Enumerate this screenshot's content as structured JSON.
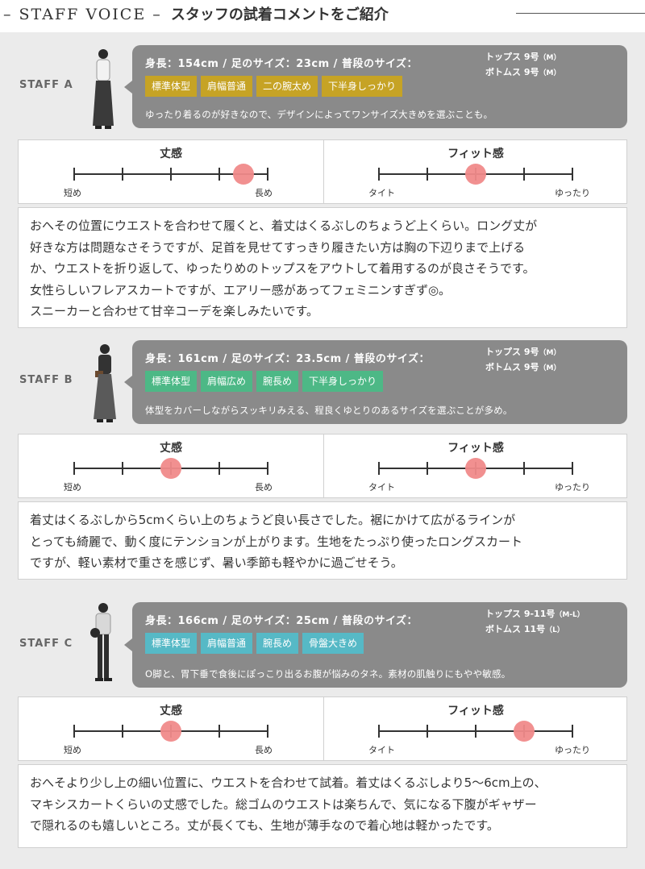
{
  "header": {
    "title_en": "– STAFF VOICE –",
    "title_jp": "スタッフの試着コメントをご紹介"
  },
  "staff": [
    {
      "label": "STAFF A",
      "info": "身長：154cm / 足のサイズ：23cm / 普段のサイズ：",
      "tops": "トップス 9号",
      "tops_size": "（M）",
      "bottoms": "ボトムス 9号",
      "bottoms_size": "（M）",
      "tags": [
        "標準体型",
        "肩幅普通",
        "二の腕太め",
        "下半身しっかり"
      ],
      "tag_color": "#c6a325",
      "comment": "ゆったり着るのが好きなので、デザインによってワンサイズ大きめを選ぶことも。",
      "length_gauge": {
        "title": "丈感",
        "left": "短め",
        "right": "長め",
        "ticks": 5,
        "value": 3.5
      },
      "fit_gauge": {
        "title": "フィット感",
        "left": "タイト",
        "right": "ゆったり",
        "ticks": 5,
        "value": 2
      },
      "review": [
        "おへその位置にウエストを合わせて履くと、着丈はくるぶしのちょうど上くらい。ロング丈が",
        "好きな方は問題なさそうですが、足首を見せてすっきり履きたい方は胸の下辺りまで上げる",
        "か、ウエストを折り返して、ゆったりめのトップスをアウトして着用するのが良さそうです。",
        "女性らしいフレアスカートですが、エアリー感があってフェミニンすぎず◎。",
        "スニーカーと合わせて甘辛コーデを楽しみたいです。"
      ]
    },
    {
      "label": "STAFF B",
      "info": "身長：161cm / 足のサイズ：23.5cm / 普段のサイズ：",
      "tops": "トップス 9号",
      "tops_size": "（M）",
      "bottoms": "ボトムス 9号",
      "bottoms_size": "（M）",
      "tags": [
        "標準体型",
        "肩幅広め",
        "腕長め",
        "下半身しっかり"
      ],
      "tag_color": "#4db886",
      "comment": "体型をカバーしながらスッキリみえる、程良くゆとりのあるサイズを選ぶことが多め。",
      "length_gauge": {
        "title": "丈感",
        "left": "短め",
        "right": "長め",
        "ticks": 5,
        "value": 2
      },
      "fit_gauge": {
        "title": "フィット感",
        "left": "タイト",
        "right": "ゆったり",
        "ticks": 5,
        "value": 2
      },
      "review": [
        "着丈はくるぶしから5cmくらい上のちょうど良い長さでした。裾にかけて広がるラインが",
        "とっても綺麗で、動く度にテンションが上がります。生地をたっぷり使ったロングスカート",
        "ですが、軽い素材で重さを感じず、暑い季節も軽やかに過ごせそう。"
      ]
    },
    {
      "label": "STAFF C",
      "info": "身長：166cm / 足のサイズ：25cm / 普段のサイズ：",
      "tops": "トップス 9-11号",
      "tops_size": "（M-L）",
      "bottoms": "ボトムス 11号",
      "bottoms_size": "（L）",
      "tags": [
        "標準体型",
        "肩幅普通",
        "腕長め",
        "骨盤大きめ"
      ],
      "tag_color": "#56b9c6",
      "comment": "O脚と、胃下垂で食後にぽっこり出るお腹が悩みのタネ。素材の肌触りにもやや敏感。",
      "length_gauge": {
        "title": "丈感",
        "left": "短め",
        "right": "長め",
        "ticks": 5,
        "value": 2
      },
      "fit_gauge": {
        "title": "フィット感",
        "left": "タイト",
        "right": "ゆったり",
        "ticks": 5,
        "value": 3
      },
      "review": [
        "おへそより少し上の細い位置に、ウエストを合わせて試着。着丈はくるぶしより5〜6cm上の、",
        "マキシスカートくらいの丈感でした。総ゴムのウエストは楽ちんで、気になる下腹がギャザー",
        "で隠れるのも嬉しいところ。丈が長くても、生地が薄手なので着心地は軽かったです。"
      ]
    }
  ]
}
